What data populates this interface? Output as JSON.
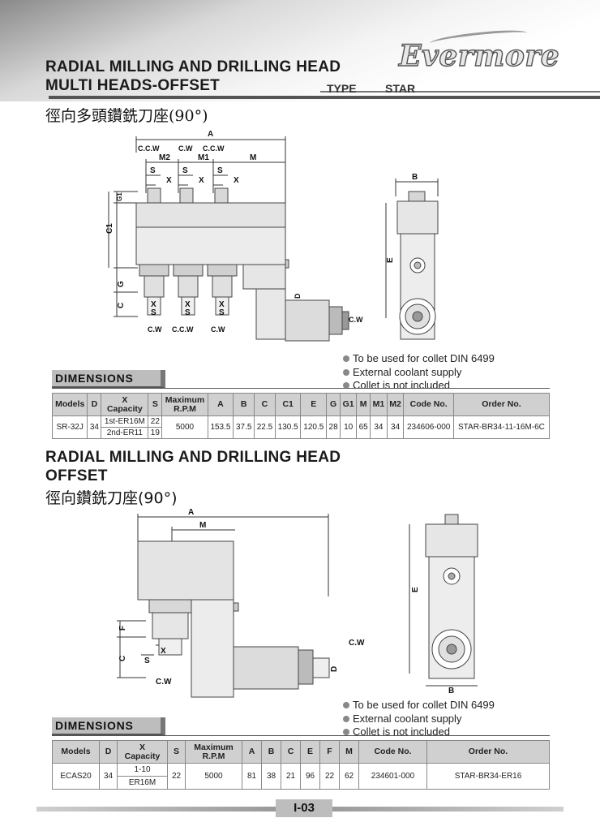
{
  "header": {
    "title_line1": "RADIAL MILLING AND DRILLING HEAD",
    "title_line2": "MULTI HEADS-OFFSET",
    "type_label": "TYPE",
    "type_value": "STAR",
    "brand": "Evermore",
    "cn_title_prefix": "徑向多頭鑽銑刀座",
    "cn_title_suffix": "(90°)"
  },
  "section1": {
    "drawing_labels": {
      "A": "A",
      "M2": "M2",
      "M1": "M1",
      "M": "M",
      "S": "S",
      "X": "X",
      "G1": "G1",
      "C1": "C1",
      "G": "G",
      "C": "C",
      "D": "D",
      "B": "B",
      "E": "E",
      "ccw": "C.C.W",
      "cw": "C.W",
      "cw_dot": "C.W"
    },
    "notes": [
      "To be used for collet DIN 6499",
      "External coolant supply",
      "Collet is not included"
    ],
    "dimensions_label": "DIMENSIONS",
    "table": {
      "headers": [
        "Models",
        "D",
        "X\nCapacity",
        "S",
        "Maximum\nR.P.M",
        "A",
        "B",
        "C",
        "C1",
        "E",
        "G",
        "G1",
        "M",
        "M1",
        "M2",
        "Code No.",
        "Order No."
      ],
      "header_x_line1": "X",
      "header_x_line2": "Capacity",
      "header_rpm_line1": "Maximum",
      "header_rpm_line2": "R.P.M",
      "row": {
        "model": "SR-32J",
        "d": "34",
        "capacity_1": "1st-ER16M",
        "s_1": "22",
        "capacity_2": "2nd-ER11",
        "s_2": "19",
        "rpm": "5000",
        "a": "153.5",
        "b": "37.5",
        "c": "22.5",
        "c1": "130.5",
        "e": "120.5",
        "g": "28",
        "g1": "10",
        "m": "65",
        "m1": "34",
        "m2": "34",
        "code": "234606-000",
        "order": "STAR-BR34-11-16M-6C"
      }
    }
  },
  "section2": {
    "title_line1": "RADIAL MILLING AND DRILLING HEAD",
    "title_line2": "OFFSET",
    "cn_title_prefix": "徑向鑽銑刀座",
    "cn_title_suffix": "(90°)",
    "drawing_labels": {
      "A": "A",
      "M": "M",
      "F": "F",
      "C": "C",
      "S": "S",
      "X": "X",
      "D": "D",
      "B": "B",
      "E": "E",
      "cw": "C.W"
    },
    "notes": [
      "To be used for collet DIN 6499",
      "External coolant supply",
      "Collet is not included"
    ],
    "dimensions_label": "DIMENSIONS",
    "table": {
      "headers": [
        "Models",
        "D",
        "X Capacity",
        "S",
        "Maximum R.P.M",
        "A",
        "B",
        "C",
        "E",
        "F",
        "M",
        "Code No.",
        "Order No."
      ],
      "header_x_line1": "X",
      "header_x_line2": "Capacity",
      "header_rpm_line1": "Maximum",
      "header_rpm_line2": "R.P.M",
      "row": {
        "model": "ECAS20",
        "d": "34",
        "capacity_1": "1-10",
        "capacity_2": "ER16M",
        "s": "22",
        "rpm": "5000",
        "a": "81",
        "b": "38",
        "c": "21",
        "e": "96",
        "f": "22",
        "m": "62",
        "code": "234601-000",
        "order": "STAR-BR34-ER16"
      }
    }
  },
  "footer": {
    "page": "I-03"
  }
}
